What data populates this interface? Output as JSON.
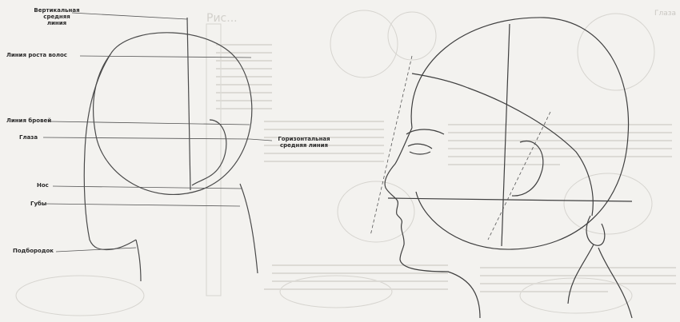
{
  "labels": {
    "vertical_midline": "Вертикальная\nсредняя\nлиния",
    "hairline": "Линия роста волос",
    "brow_line": "Линия бровей",
    "eyes": "Глаза",
    "horizontal_midline": "Горизонтальная\nсредняя линия",
    "nose": "Нос",
    "lips": "Губы",
    "chin": "Подбородок"
  },
  "background": {
    "heading": "Рис...",
    "corner_text": "Глаза"
  },
  "colors": {
    "paper": "#f3f2ef",
    "pencil": "#3a3a3a",
    "faint": "#c9c7c2"
  }
}
